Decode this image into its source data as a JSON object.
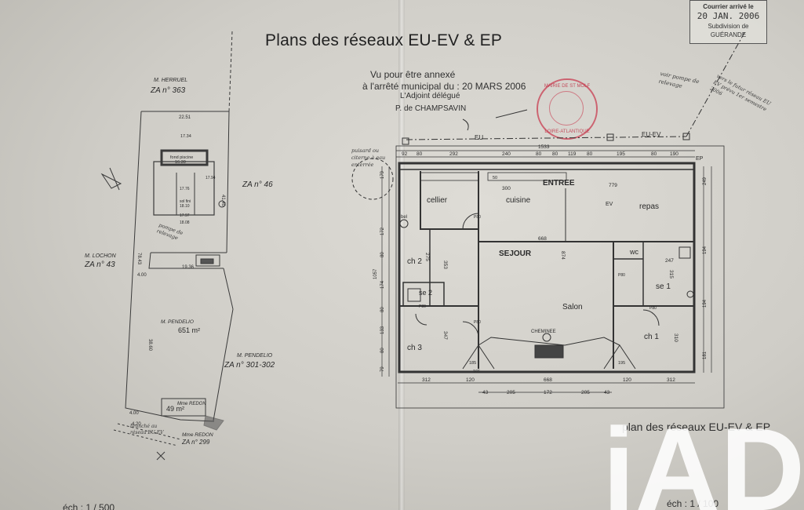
{
  "document": {
    "title": "Plans des réseaux EU-EV & EP",
    "annex": {
      "line1": "Vu pour être annexé",
      "line2": "à l'arrêté municipal du : 20 MARS 2006",
      "line3": "L'Adjoint délégué",
      "signatory": "P. de CHAMPSAVIN"
    },
    "courier_stamp": {
      "line1": "Courrier arrivé le",
      "date": "20 JAN. 2006",
      "line3": "Subdivision de",
      "line4": "GUÉRANDE"
    },
    "seal": {
      "top": "MAIRIE DE ST MOLF",
      "bottom": "LOIRE-ATLANTIQUE"
    },
    "notes": {
      "pompe_top": "voir pompe de relevage",
      "reseau_futur": "vers le futur réseau EU EV prévu 1er semestre 2006",
      "puisard": "puisard ou citerne à eau enterrée",
      "pompe_site": "pompe de relevage",
      "raccord": "branché au réseau EU-EV"
    },
    "plan_label": "plan des réseaux EU-EV & EP",
    "scale_left": "éch : 1 / 500",
    "scale_right": "éch : 1 / 100",
    "watermark": "iAD"
  },
  "site_plan": {
    "parcels": {
      "north_name": "M. HERRUEL",
      "north_za": "ZA n° 363",
      "east_za": "ZA n° 46",
      "west_name": "M. LOCHON",
      "west_za": "ZA n° 43",
      "south_name": "M. PENDELIO",
      "south_za": "ZA n° 301-302",
      "plot_name": "M. PENDELIO",
      "plot_area": "651 m²",
      "redor1_name": "Mme REDON",
      "redor1_area": "49 m²",
      "redor2_name": "Mme REDON",
      "redor2_za": "ZA n° 299"
    },
    "labels": {
      "fond_piscine": "fond piscine",
      "piscine_value": "16.30",
      "sol_fini": "sol fini",
      "sol_value": "18.10"
    },
    "dims": {
      "top_width": "22.51",
      "pool_width": "17.34",
      "height_right": "41.40",
      "left_side": "78.43",
      "mid_width": "19.36",
      "left_small": "4.00",
      "plot_height": "38.60",
      "bottom_small": "4.00",
      "bottom_offset": "4.20",
      "spot1": "17.76",
      "spot2": "17.97",
      "spot3": "18.08",
      "spot4": "17.94"
    }
  },
  "floor_plan": {
    "network_labels": {
      "eu": "EU",
      "eu_ev": "EU-EV",
      "ev": "EV",
      "ep": "EP",
      "bel": "bel"
    },
    "rooms": {
      "entree": "ENTREE",
      "cellier": "cellier",
      "cuisine": "cuisine",
      "repas": "repas",
      "sejour": "SEJOUR",
      "salon": "Salon",
      "ch2": "ch 2",
      "se2": "se 2",
      "ch3": "ch 3",
      "wc": "wc",
      "se1": "se 1",
      "ch1": "ch 1",
      "cheminee": "CHEMINEE"
    },
    "top_dims": [
      "92",
      "80",
      "292",
      "240",
      "80",
      "80",
      "119",
      "80",
      "195",
      "80",
      "190"
    ],
    "overall_width": "1533",
    "inner_dims": {
      "d300": "300",
      "d779": "779",
      "d668": "668",
      "d874": "874",
      "d247": "247",
      "d315": "315",
      "d310": "310",
      "d353": "353",
      "d275": "275",
      "d347": "347",
      "p80a": "P80",
      "p80b": "P80",
      "p80c": "P80",
      "p80d": "P80",
      "p80e": "P80",
      "d50": "50",
      "d195": "195",
      "d185": "185",
      "d165": "165"
    },
    "left_dims": [
      "179",
      "172",
      "80",
      "174",
      "80",
      "133",
      "80",
      "79"
    ],
    "overall_height": "1057",
    "right_dims": [
      "249",
      "194",
      "194",
      "181"
    ],
    "bottom_dims": [
      "312",
      "120",
      "668",
      "120",
      "312"
    ],
    "bottom_sub_dims": [
      "43",
      "205",
      "172",
      "205",
      "43"
    ]
  }
}
